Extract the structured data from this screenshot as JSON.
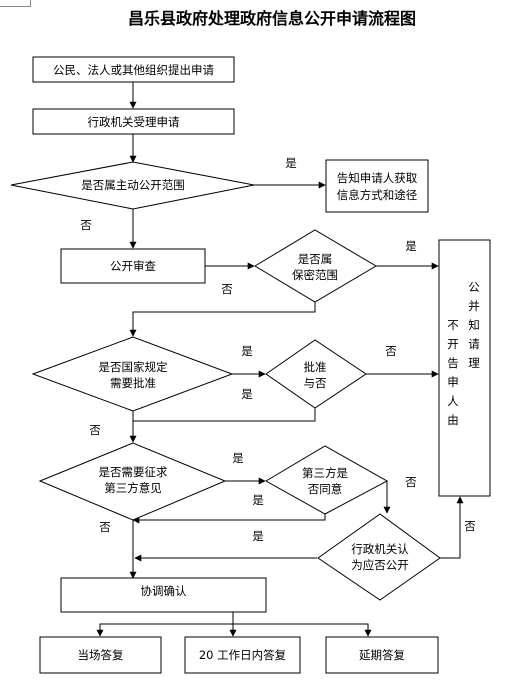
{
  "title": "昌乐县政府处理政府信息公开申请流程图",
  "nodes": {
    "submit": "公民、法人或其他组织提出申请",
    "accept": "行政机关受理申请",
    "active_scope": [
      "是否属主动公开范围"
    ],
    "inform": [
      "告知申请人获取",
      "信息方式和途径"
    ],
    "review": "公开审查",
    "secret": [
      "是否属",
      "保密范围"
    ],
    "need_approval": [
      "是否国家规定",
      "需要批准"
    ],
    "approve": [
      "批准",
      "与否"
    ],
    "need_third": [
      "是否需要征求",
      "第三方意见"
    ],
    "third_agree": [
      "第三方是",
      "否同意"
    ],
    "agency_decide": [
      "行政机关认",
      "为应否公开"
    ],
    "refuse_col1": "不开告申人由",
    "refuse_col2": "公并知请理",
    "coordinate": "协调确认",
    "reply_now": "当场答复",
    "reply_20": "20 工作日内答复",
    "reply_delay": "延期答复"
  },
  "edges": {
    "active_yes": "是",
    "active_no": "否",
    "secret_yes": "是",
    "secret_no": "否",
    "need_approval_yes": "是",
    "approve_no": "否",
    "approve_yes": "是",
    "need_approval_no": "否",
    "need_third_yes": "是",
    "third_agree_no": "否",
    "third_agree_yes": "是",
    "need_third_no": "否",
    "agency_yes": "是",
    "agency_no": "否"
  }
}
